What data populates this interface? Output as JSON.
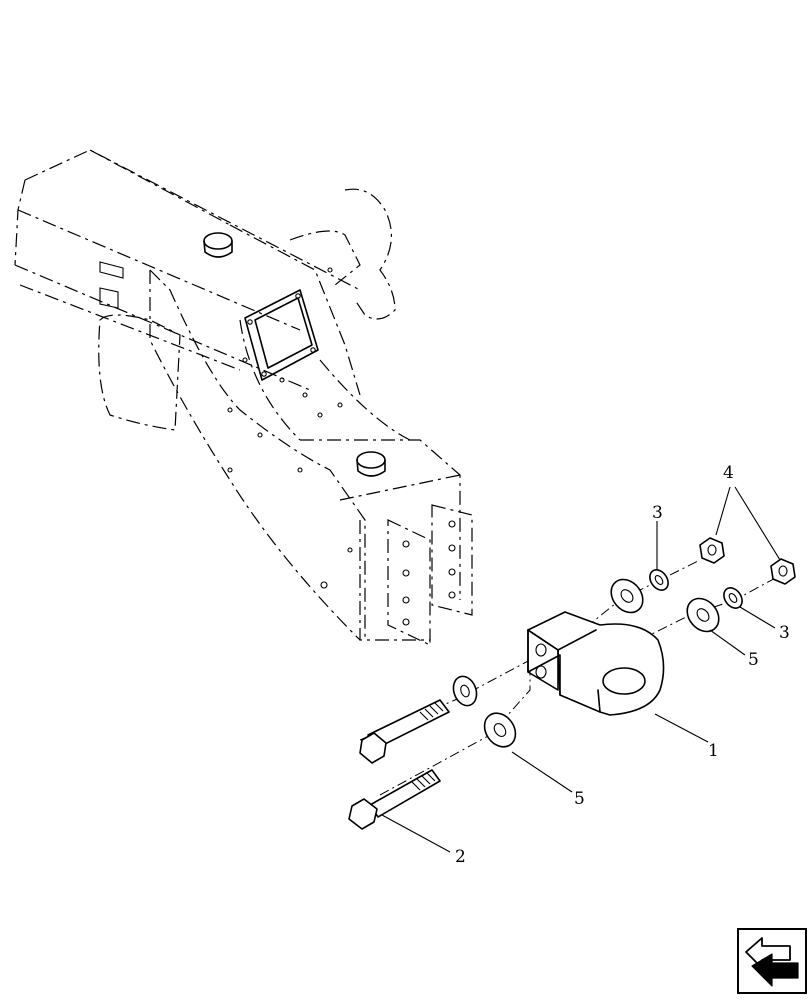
{
  "diagram": {
    "callouts": [
      {
        "id": "item-1",
        "label": "1"
      },
      {
        "id": "item-2",
        "label": "2"
      },
      {
        "id": "item-3-upper",
        "label": "3"
      },
      {
        "id": "item-3-right",
        "label": "3"
      },
      {
        "id": "item-4",
        "label": "4"
      },
      {
        "id": "item-5-right",
        "label": "5"
      },
      {
        "id": "item-5-lower",
        "label": "5"
      }
    ],
    "nav_icon": "previous-page-arrow-icon"
  }
}
